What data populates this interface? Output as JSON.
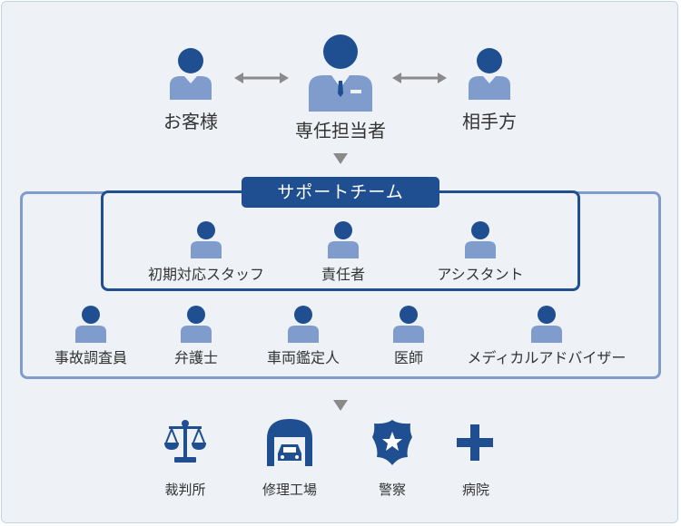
{
  "top": {
    "customer": "お客様",
    "agent": "専任担当者",
    "other_party": "相手方"
  },
  "support_team": {
    "title": "サポートチーム",
    "core_members": [
      "初期対応スタッフ",
      "責任者",
      "アシスタント"
    ],
    "extended_members": [
      "事故調査員",
      "弁護士",
      "車両鑑定人",
      "医師",
      "メディカルアドバイザー"
    ]
  },
  "partners": [
    "裁判所",
    "修理工場",
    "警察",
    "病院"
  ],
  "colors": {
    "dark_blue": "#1f4f91",
    "light_blue": "#7f9ccc",
    "background": "#eef2f7",
    "arrow_gray": "#8a8a8a"
  },
  "icons": {
    "court": "scales-icon",
    "garage": "garage-car-icon",
    "police": "police-badge-icon",
    "hospital": "medical-cross-icon"
  }
}
